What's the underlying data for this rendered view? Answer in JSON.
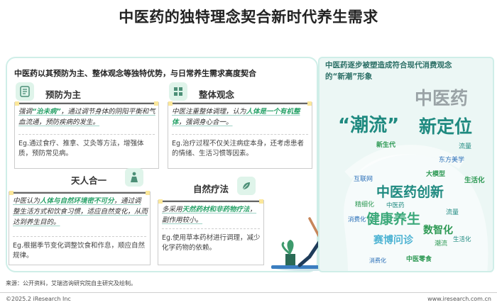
{
  "page": {
    "title": "中医药的独特理念契合新时代养生需求"
  },
  "left": {
    "headline": "中医药以其预防为主、整体观念等独特优势，与日常养生需求高度契合",
    "cards": [
      {
        "title": "预防为主",
        "quote_a": "强调",
        "quote_hl": "“治未病”",
        "quote_b": "，通过调节身体的阴阳平衡和气血流通，预防疾病的发生。",
        "eg": "Eg.通过食疗、推拿、艾灸等方法，增强体质，预防常见病。"
      },
      {
        "title": "整体观念",
        "quote_a": "中医注重整体调理，认为",
        "quote_hl": "人体是一个有机整体",
        "quote_b": "，强调身心合一。",
        "eg": "Eg.治疗过程不仅关注病症本身，还考虑患者的情绪、生活习惯等因素。"
      },
      {
        "title": "天人合一",
        "quote_a": "中医认为",
        "quote_hl": "人体与自然环境密不可分",
        "quote_b": "，通过调整生活方式和饮食习惯，适应自然变化，从而达到养生目的。",
        "eg": "Eg.根据季节变化调整饮食和作息，顺应自然规律。"
      },
      {
        "title": "自然疗法",
        "quote_a": "多采用",
        "quote_hl": "天然药材和非药物疗法",
        "quote_b": "，副作用较小。",
        "eg": "Eg.使用草本药材进行调理，减少化学药物的依赖。"
      }
    ]
  },
  "right": {
    "title_line1": "中医药逐步被塑造成符合现代消费观念",
    "title_line2": "的“新潮”形象",
    "big_word": "中医药",
    "trend_word": "“潮流”",
    "new_pos": "新定位",
    "words": {
      "w_new_gen": "新生代",
      "w_flow": "流量",
      "w_eastern": "东方美学",
      "w_bigmodel": "大模型",
      "w_life": "生活化",
      "w_internet": "互联网",
      "w_tcm_inno": "中医药创新",
      "w_refine": "精细化",
      "w_chinese_med": "中医药",
      "w_health": "健康养生",
      "w_flow2": "流量",
      "w_digital": "数智化",
      "w_consume": "消费化",
      "w_race": "赛博问诊",
      "w_trend_s": "潮流",
      "w_life2": "生活化",
      "w_expert": "中医零食",
      "w_consume2": "消费化"
    },
    "colors": {
      "teal": "#1f8a80",
      "green": "#2f9a55",
      "gray": "#9aa3a6",
      "blue": "#2a6fb8"
    }
  },
  "footer": {
    "source": "来源：公开资料，艾瑞咨询研究院自主研究及绘制。",
    "copyright": "©2025.2 iResearch Inc",
    "website": "www.iresearch.com.cn"
  },
  "icons": [
    "document-icon",
    "grid-icon",
    "person-icon",
    "leaf-icon",
    "yoga-figure"
  ]
}
